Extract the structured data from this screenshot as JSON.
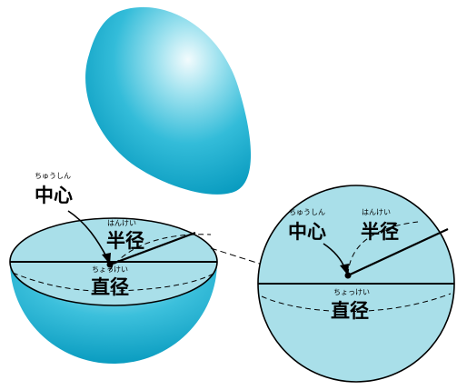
{
  "labels": {
    "center": {
      "text": "中心",
      "ruby": "ちゅうしん"
    },
    "radius": {
      "text": "半径",
      "ruby": "はんけい"
    },
    "diameter": {
      "text": "直径",
      "ruby": "ちょっけい"
    }
  },
  "colors": {
    "sphere_light": "#f2fbfd",
    "sphere_mid": "#4cc6df",
    "sphere_dark": "#0a9cc0",
    "cross_section": "#a9dfe9",
    "outline": "#000000"
  }
}
